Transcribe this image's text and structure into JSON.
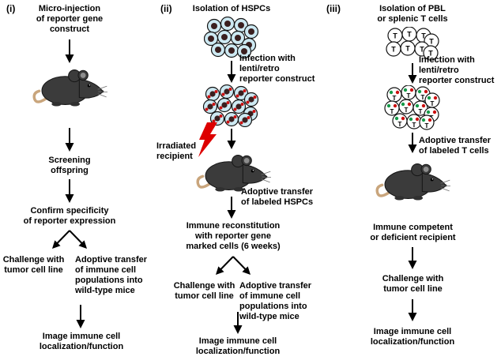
{
  "figure": {
    "background": "#ffffff",
    "text_color": "#000000"
  },
  "colors": {
    "arrow": "#000000",
    "lightning_bolt": "#dd0000",
    "hspc_cell_fill": "#cde9f2",
    "cell_outline": "#111111",
    "cell_nucleus": "#3a1f1f",
    "reporter_dot_red": "#cc1111",
    "reporter_dot_green": "#159a48",
    "t_cell_fill": "#ffffff",
    "mouse_body": "#3b3b3b",
    "mouse_tail": "#c9a57c"
  },
  "cells": {
    "t_label": "T"
  },
  "panel_i": {
    "label": "(i)",
    "step_microinjection": "Micro-injection\nof reporter gene\nconstruct",
    "step_screening": "Screening\noffspring",
    "step_confirm": "Confirm specificity\nof reporter expression",
    "branch_challenge": "Challenge with\ntumor cell line",
    "branch_adoptive": "Adoptive transfer\nof immune cell\npopulations into\nwild-type mice",
    "step_image": "Image immune cell\nlocalization/function"
  },
  "panel_ii": {
    "label": "(ii)",
    "step_isolation": "Isolation of HSPCs",
    "step_infection": "Infection with\nlenti/retro\nreporter construct",
    "irradiated": "Irradiated\nrecipient",
    "adoptive_hspcs": "Adoptive transfer\nof labeled HSPCs",
    "step_reconstitution": "Immune reconstitution\nwith reporter gene\nmarked cells (6 weeks)",
    "branch_challenge": "Challenge with\ntumor cell line",
    "branch_adoptive": "Adoptive transfer\nof immune cell\npopulations into\nwild-type mice",
    "step_image": "Image immune cell\nlocalization/function"
  },
  "panel_iii": {
    "label": "(iii)",
    "step_isolation": "Isolation of PBL\nor splenic T cells",
    "step_infection": "Infection with\nlenti/retro\nreporter construct",
    "adoptive_t": "Adoptive transfer\nof labeled T cells",
    "recipient": "Immune competent\nor deficient recipient",
    "step_challenge": "Challenge with\ntumor cell line",
    "step_image": "Image immune cell\nlocalization/function"
  }
}
